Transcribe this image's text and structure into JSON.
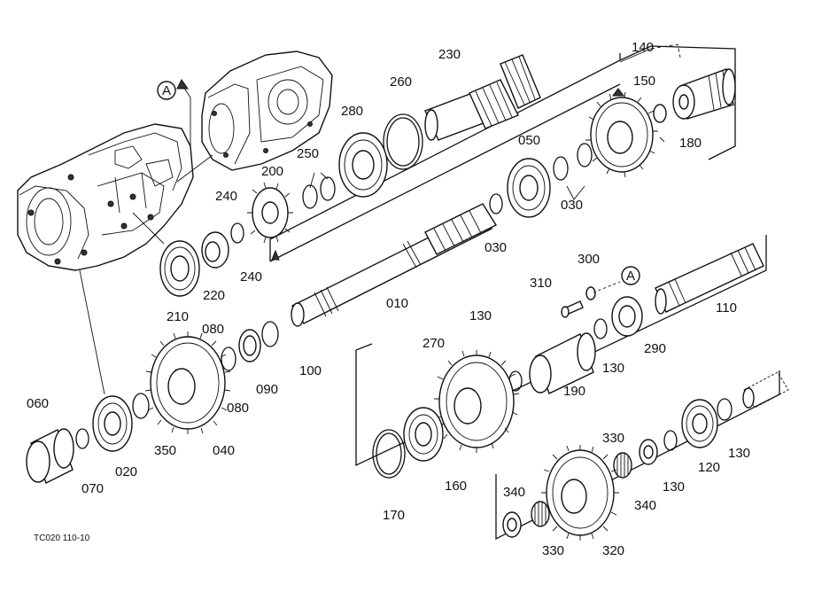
{
  "diagram": {
    "labels": {
      "p230": "230",
      "p140": "140",
      "p150": "150",
      "p260": "260",
      "p280": "280",
      "p250": "250",
      "p200": "200",
      "p240a": "240",
      "p240b": "240",
      "p220": "220",
      "p210": "210",
      "p050": "050",
      "p180": "180",
      "p030a": "030",
      "p030b": "030",
      "p010": "010",
      "p300": "300",
      "p310": "310",
      "p110": "110",
      "p290": "290",
      "p130a": "130",
      "p130b": "130",
      "p130c": "130",
      "p130d": "130",
      "p270": "270",
      "p190": "190",
      "p080a": "080",
      "p080b": "080",
      "p090": "090",
      "p100": "100",
      "p060": "060",
      "p070": "070",
      "p020": "020",
      "p350": "350",
      "p040": "040",
      "p160": "160",
      "p170": "170",
      "p330a": "330",
      "p330b": "330",
      "p340a": "340",
      "p340b": "340",
      "p320": "320",
      "p120": "120"
    },
    "callout_a1": "A",
    "callout_a2": "A",
    "figure_code": "TC020  110-10"
  }
}
